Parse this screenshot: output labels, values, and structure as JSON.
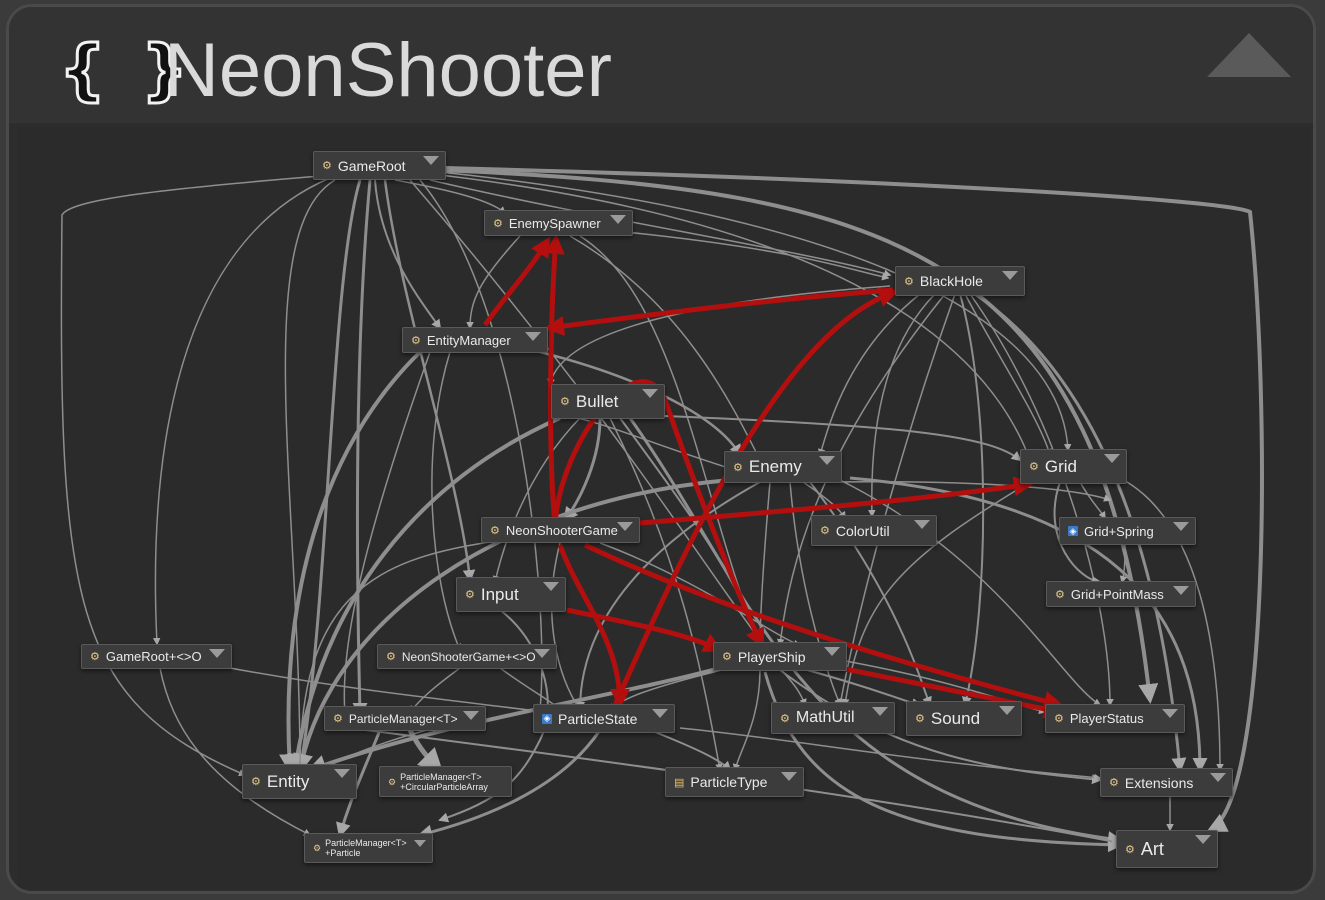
{
  "header": {
    "icon": "{ }",
    "title": "NeonShooter"
  },
  "nodes": {
    "gameroot": "GameRoot",
    "enemyspawner": "EnemySpawner",
    "blackhole": "BlackHole",
    "entitymanager": "EntityManager",
    "bullet": "Bullet",
    "enemy": "Enemy",
    "grid": "Grid",
    "neonshootergame": "NeonShooterGame",
    "colorutil": "ColorUtil",
    "gridspring": "Grid+Spring",
    "input": "Input",
    "gridpointmass": "Grid+PointMass",
    "gamerootclosure": "GameRoot+<>O",
    "neonclosure": "NeonShooterGame+<>O",
    "playership": "PlayerShip",
    "particlemanager": "ParticleManager<T>",
    "particlestate": "ParticleState",
    "mathutil": "MathUtil",
    "sound": "Sound",
    "playerstatus": "PlayerStatus",
    "entity": "Entity",
    "pmcircular_l1": "ParticleManager<T>",
    "pmcircular_l2": "+CircularParticleArray",
    "particletype": "ParticleType",
    "extensions": "Extensions",
    "pmparticle_l1": "ParticleManager<T>",
    "pmparticle_l2": "+Particle",
    "art": "Art"
  }
}
